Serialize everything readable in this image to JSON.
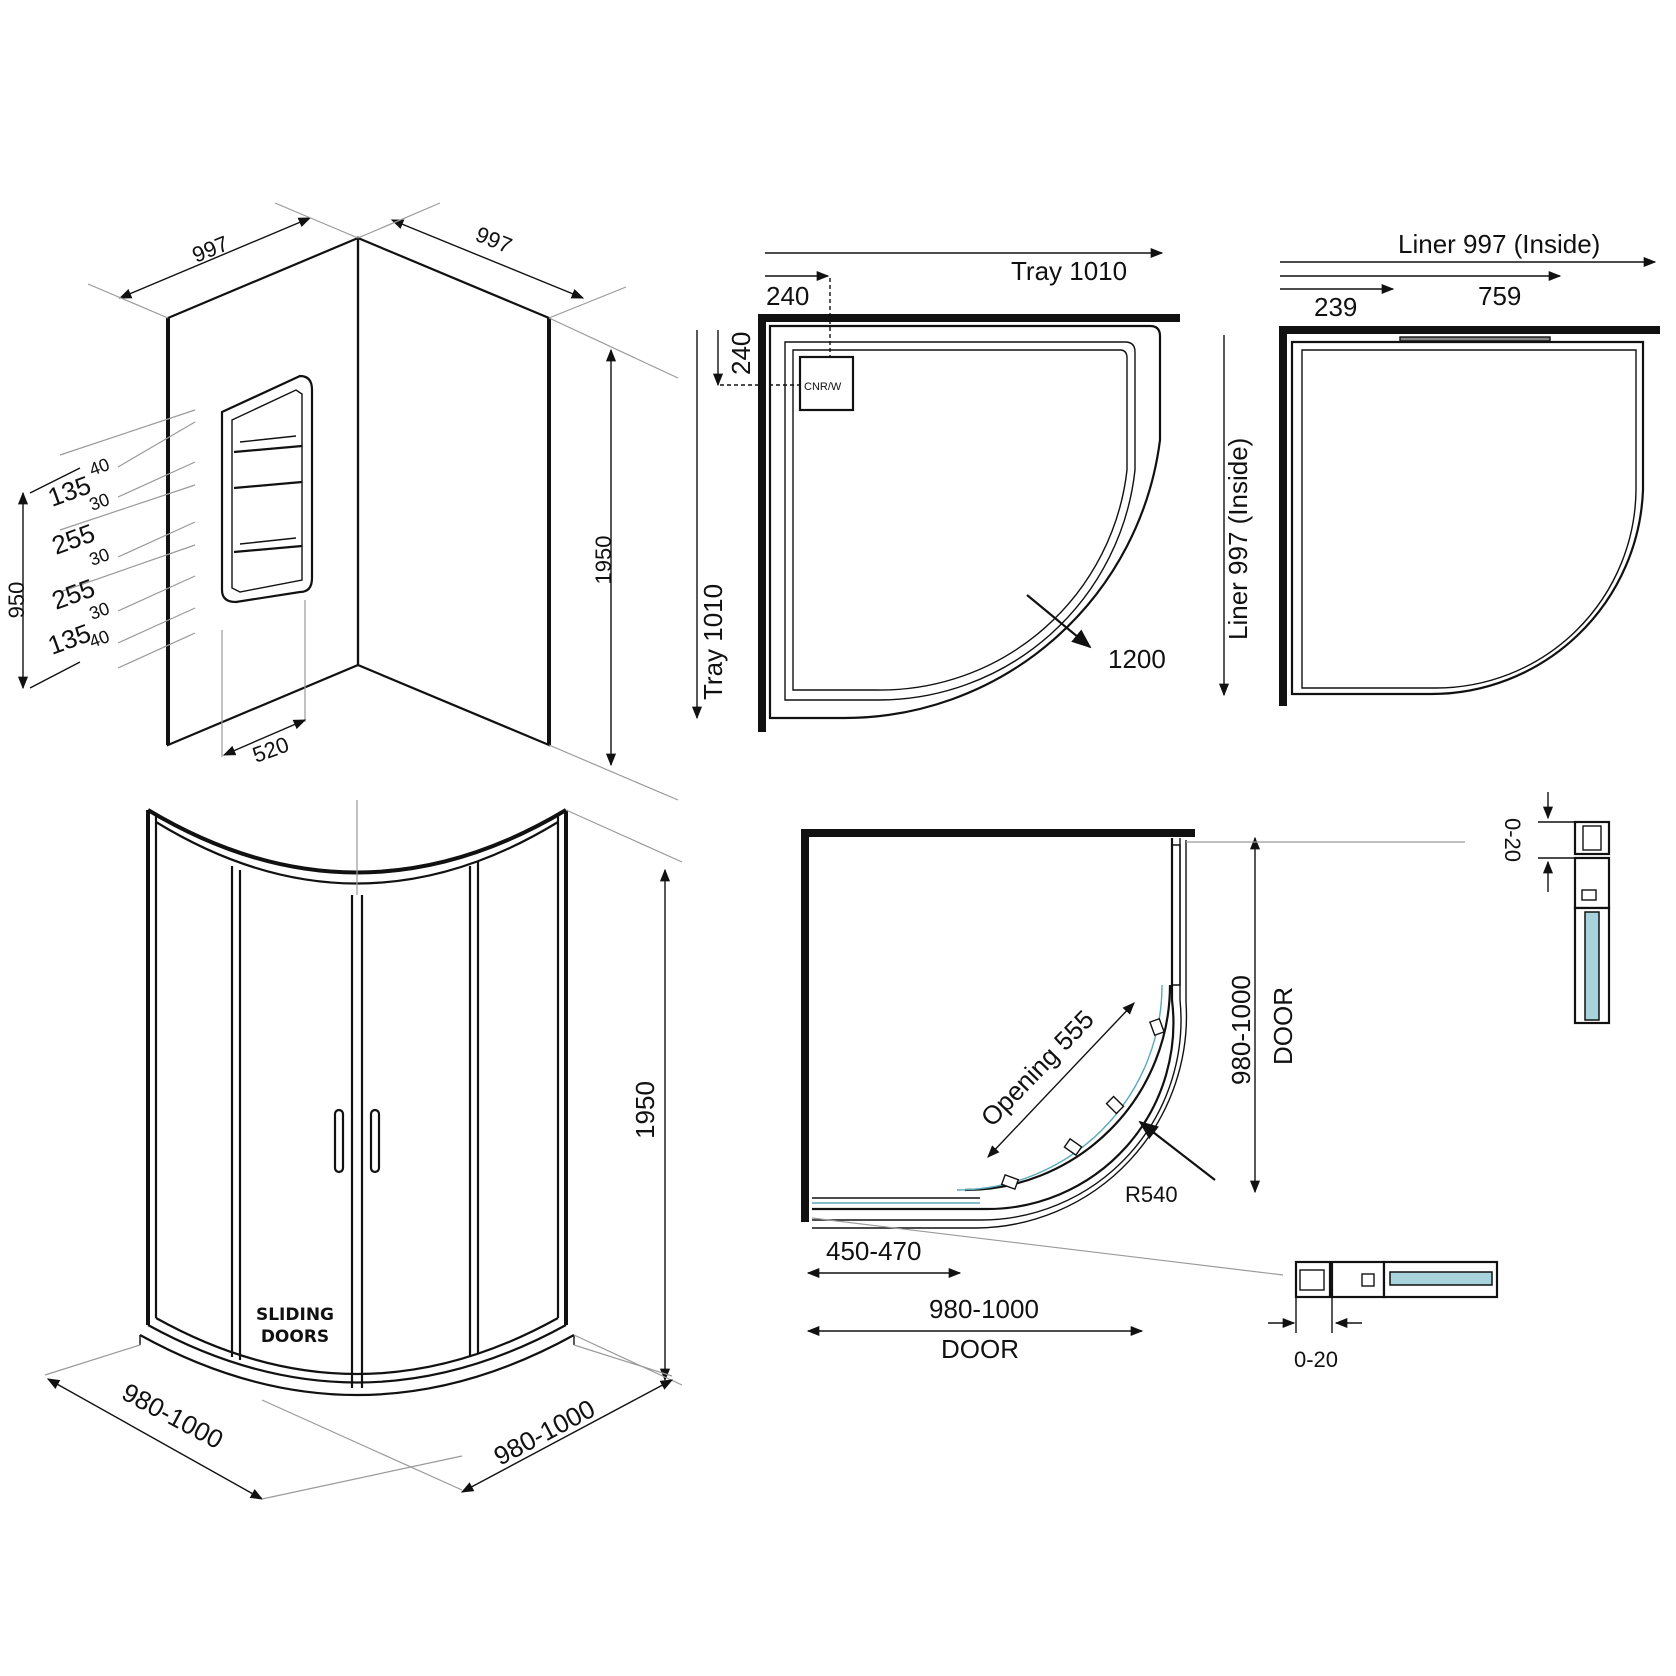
{
  "panel_view": {
    "width_left": "997",
    "width_right": "997",
    "height": "1950",
    "shelf_height": "950",
    "shelf_width": "520",
    "shelf_dims": [
      "40",
      "135",
      "30",
      "255",
      "30",
      "255",
      "30",
      "135",
      "40"
    ]
  },
  "tray_plan": {
    "tray_width": "Tray 1010",
    "tray_depth": "Tray 1010",
    "corner_offset_x": "240",
    "corner_offset_y": "240",
    "corner_box": "CNR/W",
    "radius": "1200"
  },
  "liner_plan": {
    "width": "Liner 997 (Inside)",
    "depth": "Liner 997 (Inside)",
    "offset_small": "239",
    "offset_large": "759"
  },
  "enclosure_view": {
    "door_label_line1": "SLIDING",
    "door_label_line2": "DOORS",
    "height": "1950",
    "width_left": "980-1000",
    "width_right": "980-1000"
  },
  "door_plan": {
    "opening": "Opening 555",
    "radius": "R540",
    "side_width": "980-1000",
    "side_label": "DOOR",
    "front_width": "980-1000",
    "front_label": "DOOR",
    "return_width": "450-470",
    "adjust_top": "0-20",
    "adjust_bottom": "0-20"
  },
  "colors": {
    "line": "#111111",
    "glass": "#a9d3dc",
    "leader": "#9a9a9a"
  }
}
